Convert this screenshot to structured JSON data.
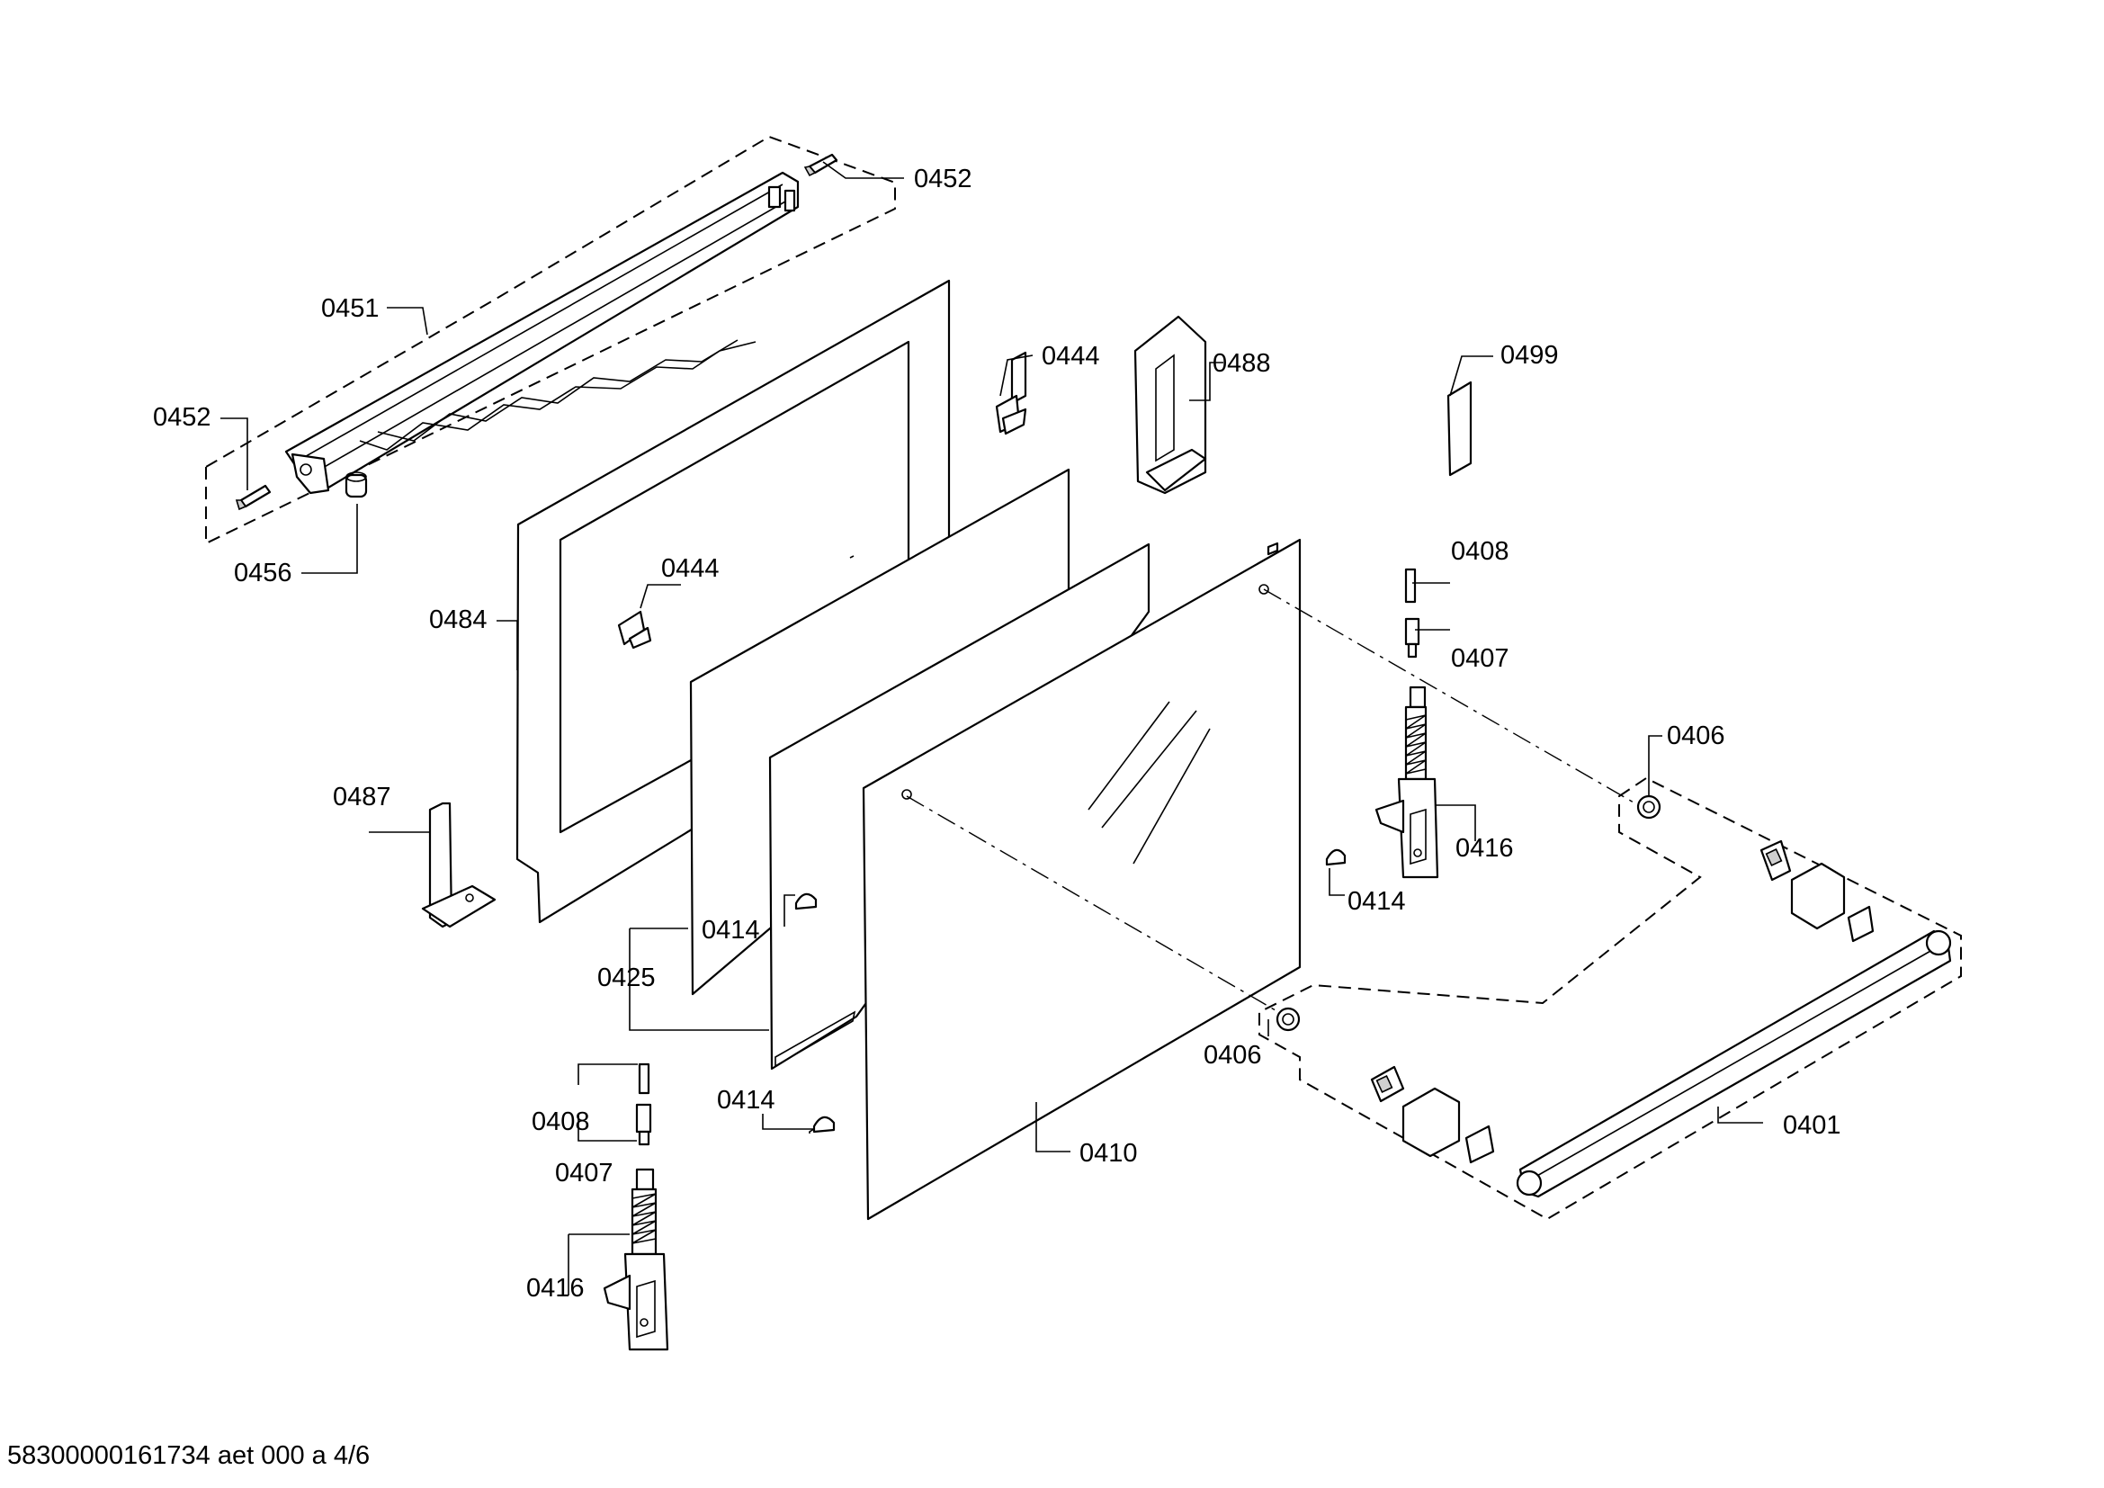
{
  "diagram": {
    "labels": {
      "l0452a": "0452",
      "l0451": "0451",
      "l0452b": "0452",
      "l0456": "0456",
      "l0444a": "0444",
      "l0488": "0488",
      "l0499": "0499",
      "l0484": "0484",
      "l0444b": "0444",
      "l0408a": "0408",
      "l0407a": "0407",
      "l0406a": "0406",
      "l0487": "0487",
      "l0416a": "0416",
      "l0414a": "0414",
      "l0414b": "0414",
      "l0425": "0425",
      "l0406b": "0406",
      "l0401": "0401",
      "l0414c": "0414",
      "l0410": "0410",
      "l0408b": "0408",
      "l0407b": "0407",
      "l0416b": "0416"
    },
    "footer": "58300000161734 aet 000 a 4/6"
  }
}
